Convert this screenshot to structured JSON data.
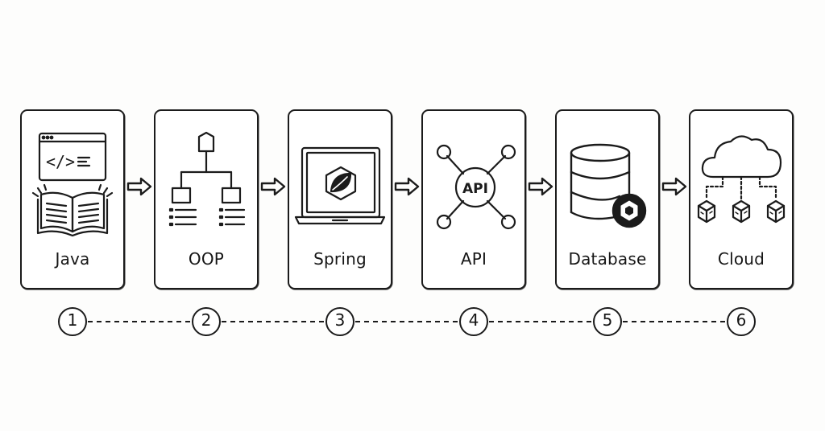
{
  "steps": [
    {
      "number": "1",
      "label": "Java",
      "icon": "code-window-book-icon"
    },
    {
      "number": "2",
      "label": "OOP",
      "icon": "class-hierarchy-icon"
    },
    {
      "number": "3",
      "label": "Spring",
      "icon": "laptop-spring-leaf-icon"
    },
    {
      "number": "4",
      "label": "API",
      "icon": "api-network-hub-icon",
      "icon_text": "API"
    },
    {
      "number": "5",
      "label": "Database",
      "icon": "database-cylinder-icon"
    },
    {
      "number": "6",
      "label": "Cloud",
      "icon": "cloud-containers-icon"
    }
  ],
  "code_symbol": "</>",
  "stroke_color": "#1b1b1b",
  "background_color": "#fdfdfc"
}
